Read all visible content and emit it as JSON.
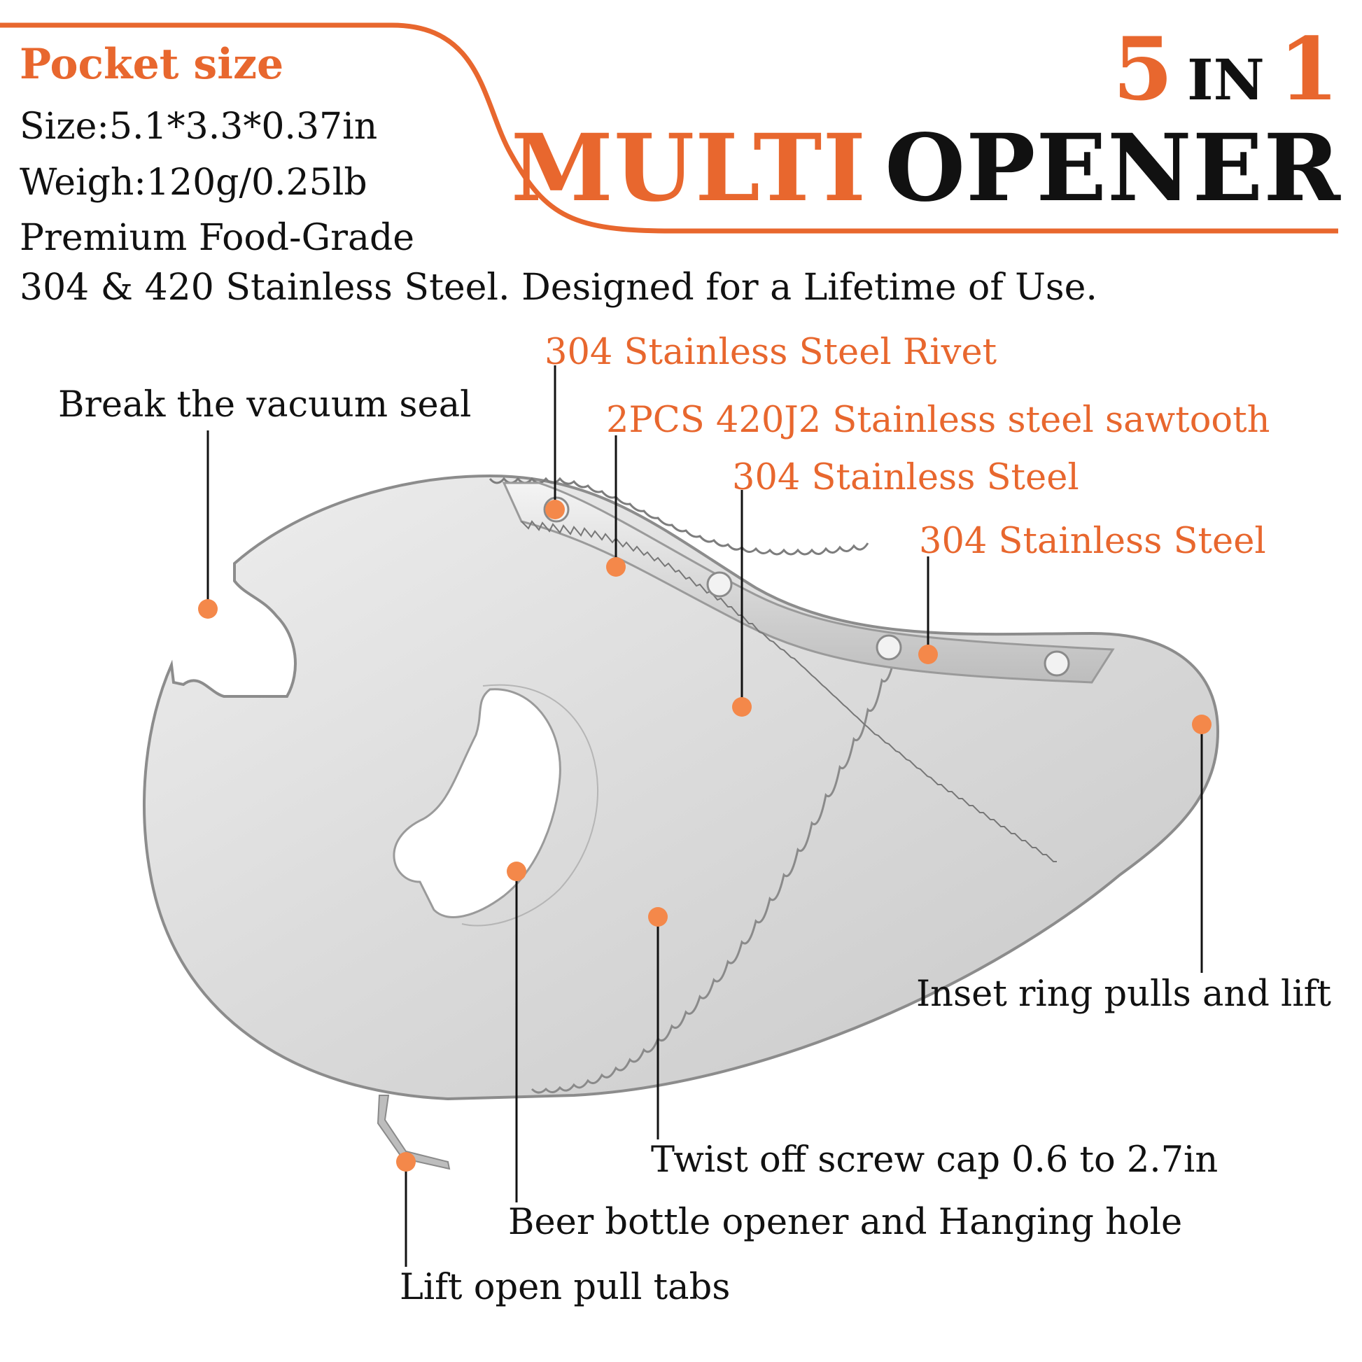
{
  "specs": {
    "title": "Pocket size",
    "size": "Size:5.1*3.3*0.37in",
    "weight": "Weigh:120g/0.25lb",
    "material": "Premium Food-Grade",
    "description": "304 & 420 Stainless Steel. Designed for a Lifetime of Use."
  },
  "headline": {
    "five": "5",
    "in": "IN",
    "one": "1",
    "multi": "MULTI",
    "opener": "OPENER"
  },
  "callouts": {
    "rivet": "304 Stainless Steel Rivet",
    "sawtooth": "2PCS 420J2 Stainless steel sawtooth",
    "steel_1": "304 Stainless Steel",
    "steel_2": "304 Stainless Steel",
    "vacuum_seal": "Break the vacuum seal",
    "ring_pulls": "Inset ring pulls and lift",
    "twist_off": "Twist off screw cap 0.6 to 2.7in",
    "beer_opener": "Beer bottle opener and Hanging hole",
    "pull_tabs": "Lift open pull tabs"
  },
  "colors": {
    "accent": "#e8672e",
    "marker": "#f4884a",
    "text": "#111111",
    "steel": "#d9d9d9"
  }
}
